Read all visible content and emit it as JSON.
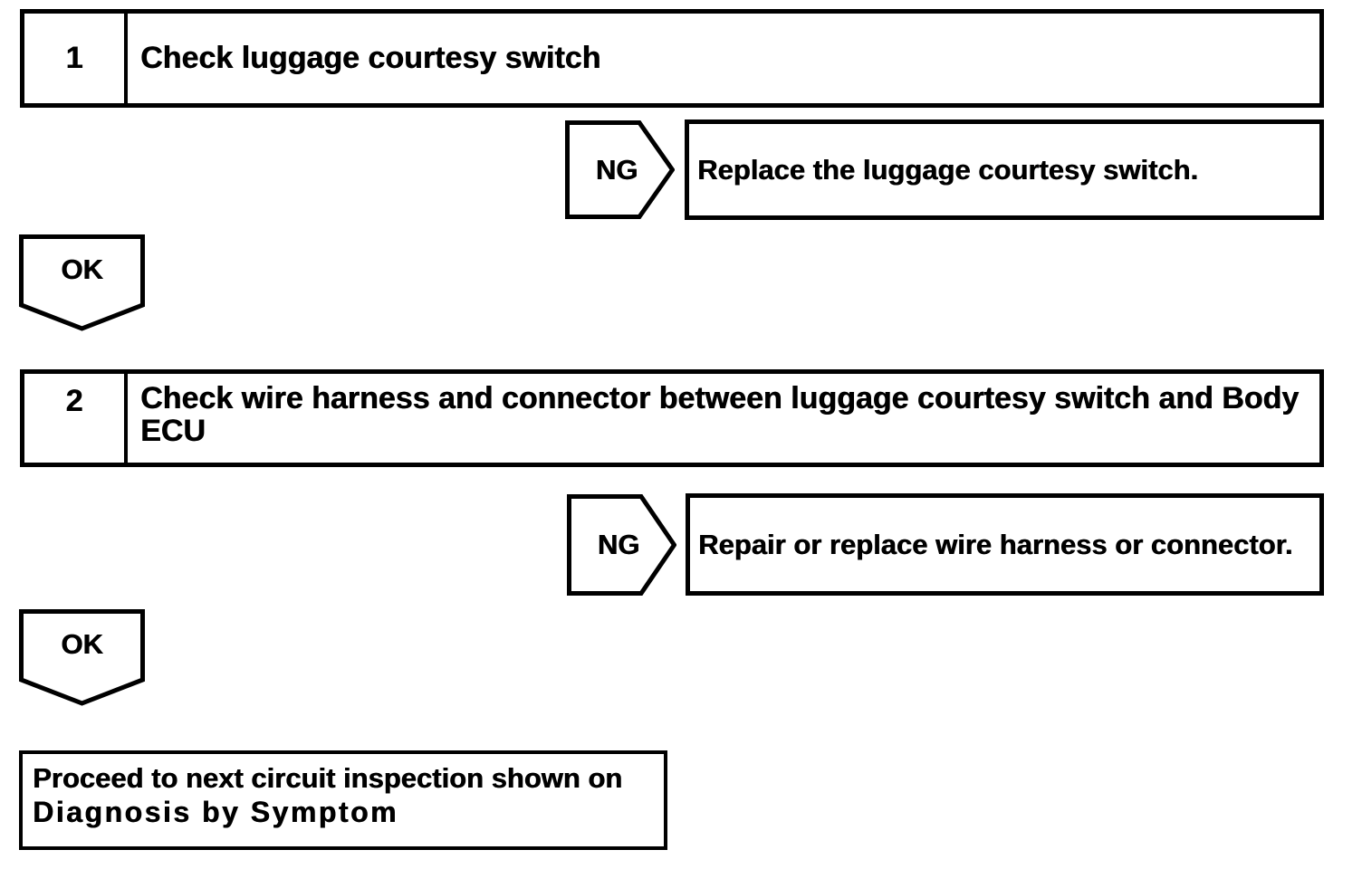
{
  "colors": {
    "ink": "#000000",
    "paper": "#ffffff"
  },
  "flowchart": {
    "steps": [
      {
        "number": "1",
        "instruction_lines": [
          "Check luggage courtesy switch"
        ],
        "ng_label": "NG",
        "ng_result": "Replace the luggage courtesy switch.",
        "ok_label": "OK"
      },
      {
        "number": "2",
        "instruction_lines": [
          "Check wire harness and connector between luggage courtesy switch and Body",
          "ECU"
        ],
        "ng_label": "NG",
        "ng_result": "Repair or replace wire harness or connector.",
        "ok_label": "OK"
      }
    ],
    "terminal_lines": [
      "Proceed to next circuit inspection shown on",
      "Diagnosis by Symptom"
    ]
  }
}
